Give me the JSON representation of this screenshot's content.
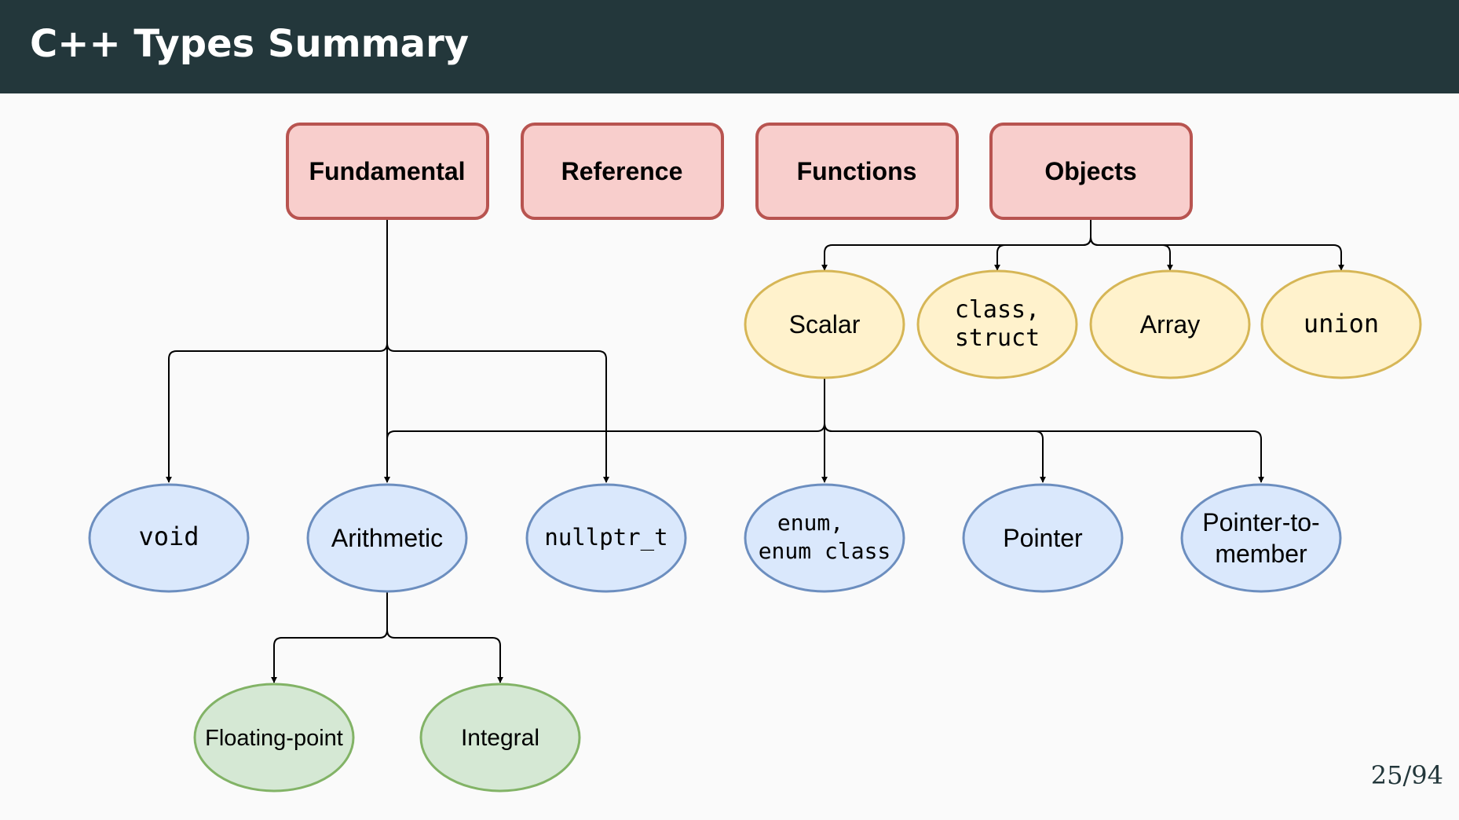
{
  "slide": {
    "title": "C++ Types Summary",
    "page_number": "25/94"
  },
  "nodes": {
    "fundamental": "Fundamental",
    "reference": "Reference",
    "functions": "Functions",
    "objects": "Objects",
    "scalar": "Scalar",
    "class_struct": [
      "class,",
      "struct"
    ],
    "array": "Array",
    "union": "union",
    "void": "void",
    "arithmetic": "Arithmetic",
    "nullptr_t": "nullptr_t",
    "enum": [
      "enum,",
      "enum class"
    ],
    "pointer": "Pointer",
    "pointer_to_member": [
      "Pointer-to-",
      "member"
    ],
    "floating_point": "Floating-point",
    "integral": "Integral"
  },
  "colors": {
    "header_bg": "#23373b",
    "category_fill": "#f8cecc",
    "category_stroke": "#b85450",
    "object_fill": "#fff2cc",
    "object_stroke": "#d6b656",
    "scalar_fill": "#dae8fc",
    "scalar_stroke": "#6c8ebf",
    "arith_fill": "#d5e8d4",
    "arith_stroke": "#82b366"
  }
}
